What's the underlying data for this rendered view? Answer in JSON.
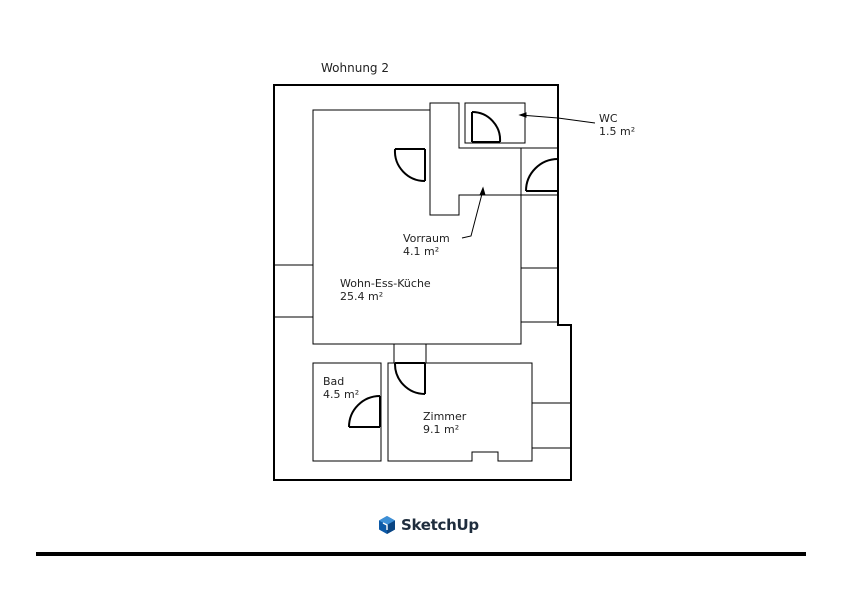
{
  "plan_title": "Wohnung 2",
  "rooms": {
    "wc": {
      "name": "WC",
      "area": "1.5 m²"
    },
    "vorraum": {
      "name": "Vorraum",
      "area": "4.1 m²"
    },
    "wohn": {
      "name": "Wohn-Ess-Küche",
      "area": "25.4 m²"
    },
    "bad": {
      "name": "Bad",
      "area": "4.5 m²"
    },
    "zimmer": {
      "name": "Zimmer",
      "area": "9.1 m²"
    }
  },
  "brand": {
    "name": "SketchUp",
    "logo_icon": "sketchup-logo-icon"
  },
  "colors": {
    "line": "#000000",
    "brand_blue": "#0d5aa7"
  }
}
